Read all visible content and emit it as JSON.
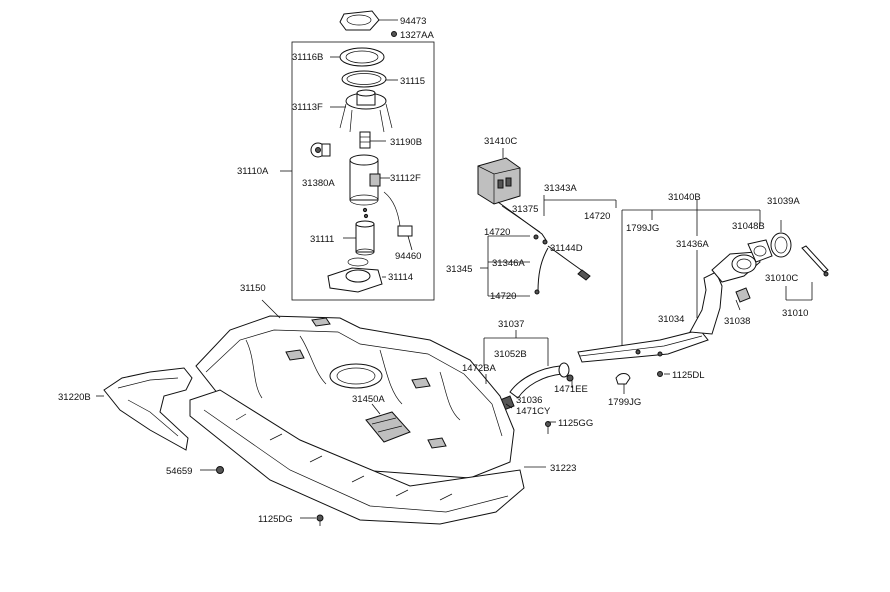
{
  "labels": {
    "p94473": "94473",
    "p1327AA": "1327AA",
    "p31116B": "31116B",
    "p31115": "31115",
    "p31113F": "31113F",
    "p31190B": "31190B",
    "p31110A": "31110A",
    "p31380A": "31380A",
    "p31112F": "31112F",
    "p31111": "31111",
    "p94460": "94460",
    "p31114": "31114",
    "p31410C": "31410C",
    "p31343A": "31343A",
    "p31375": "31375",
    "p14720a": "14720",
    "p14720b": "14720",
    "p14720c": "14720",
    "p31144D": "31144D",
    "p31345": "31345",
    "p31346A": "31346A",
    "p31040B": "31040B",
    "p31039A": "31039A",
    "p1799JGa": "1799JG",
    "p31436A": "31436A",
    "p31048B": "31048B",
    "p31010C": "31010C",
    "p31034": "31034",
    "p31038": "31038",
    "p31010": "31010",
    "p31150": "31150",
    "p31037": "31037",
    "p31052B": "31052B",
    "p1472BA": "1472BA",
    "p1471EE": "1471EE",
    "p31036": "31036",
    "p1471CY": "1471CY",
    "p1125DL": "1125DL",
    "p1799JGb": "1799JG",
    "p31220B": "31220B",
    "p31450A": "31450A",
    "p1125GG": "1125GG",
    "p54659": "54659",
    "p31223": "31223",
    "p1125DG": "1125DG"
  }
}
